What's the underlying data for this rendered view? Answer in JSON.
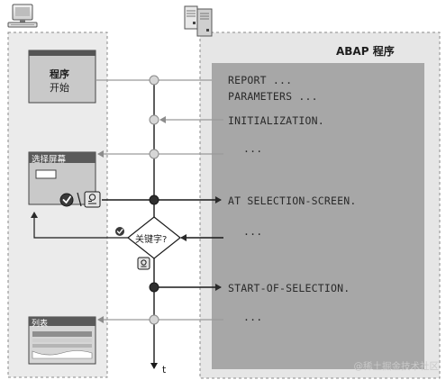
{
  "program_box": {
    "title": "ABAP 程序"
  },
  "code_lines": {
    "report": "REPORT ...",
    "parameters": "PARAMETERS ...",
    "initialization": "INITIALIZATION.",
    "dots1": "...",
    "at_selection_screen": "AT SELECTION-SCREEN.",
    "dots2": "...",
    "start_of_selection": "START-OF-SELECTION.",
    "dots3": "..."
  },
  "left_panel": {
    "program_start": {
      "line1": "程序",
      "line2": "开始"
    },
    "selection_screen": {
      "title": "选择屏幕"
    },
    "list": {
      "title": "列表"
    }
  },
  "decision": {
    "label": "关键字?"
  },
  "timeline": {
    "axis_label": "t"
  },
  "watermark": "@稀土掘金技术社区",
  "colors": {
    "left_panel_bg": "#ebebeb",
    "right_panel_bg": "#e6e6e6",
    "code_area_bg": "#a7a7a7",
    "dashed_border": "#8a8a8a",
    "screen_bar": "#555555",
    "event_node": "#2f2f2f",
    "passive_node": "#d6d6d6"
  },
  "icons": [
    "client-computer-icon",
    "server-icon",
    "checkmark-icon",
    "execute-icon",
    "help-icon"
  ]
}
